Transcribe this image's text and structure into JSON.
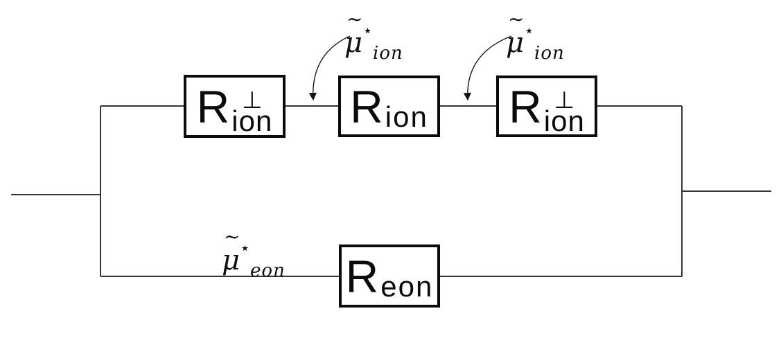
{
  "diagram": {
    "description": "equivalent circuit with parallel ionic and electronic rails",
    "colors": {
      "background": "#ffffff",
      "wire": "#30373a",
      "box_border": "#0b0b0b",
      "text": "#0b0b0b"
    },
    "boxes": [
      {
        "base": "R",
        "sup": "⊥",
        "sub": "ion"
      },
      {
        "base": "R",
        "sub": "ion"
      },
      {
        "base": "R",
        "sup": "⊥",
        "sub": "ion"
      },
      {
        "base": "R",
        "sub": "eon"
      }
    ],
    "labels": [
      {
        "accent": "~",
        "base": "μ",
        "sup": "⋆",
        "sub": "ion"
      },
      {
        "accent": "~",
        "base": "μ",
        "sup": "⋆",
        "sub": "ion"
      },
      {
        "accent": "~",
        "base": "μ",
        "sup": "⋆",
        "sub": "eon"
      }
    ]
  }
}
